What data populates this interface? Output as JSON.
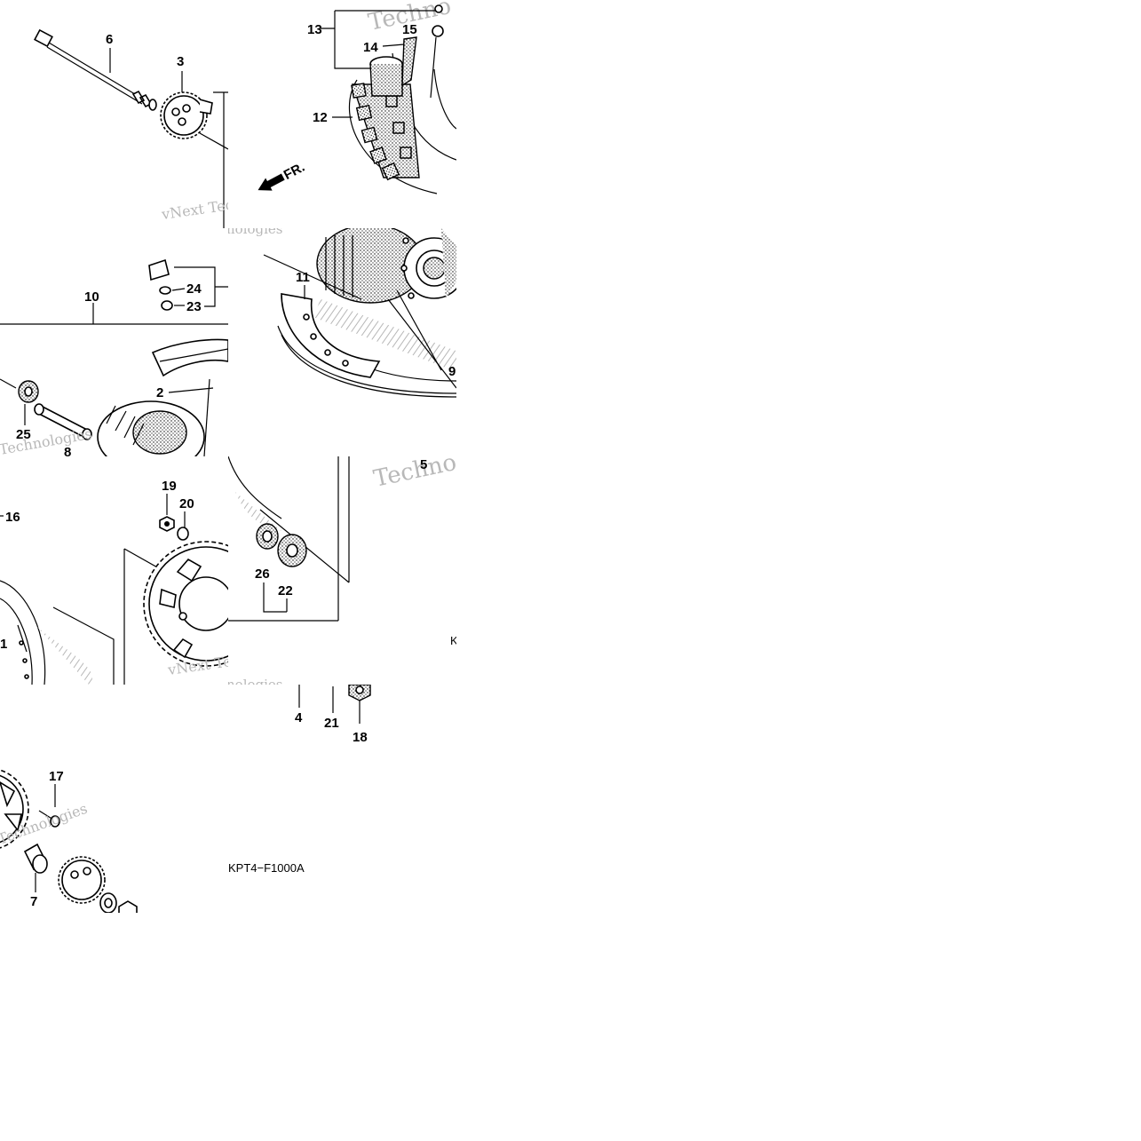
{
  "diagram": {
    "callouts": {
      "c1": "1",
      "c2": "2",
      "c3": "3",
      "c4": "4",
      "c5": "5",
      "c6": "6",
      "c7": "7",
      "c8": "8",
      "c9": "9",
      "c10": "10",
      "c11": "11",
      "c12": "12",
      "c13": "13",
      "c14": "14",
      "c15": "15",
      "c16": "16",
      "c17": "17",
      "c18": "18",
      "c19": "19",
      "c20": "20",
      "c21": "21",
      "c22": "22",
      "c23": "23",
      "c24": "24",
      "c25": "25",
      "c26": "26"
    },
    "direction_label": "FR.",
    "code_fragment_1": "K",
    "code_fragment_2": "KPT4−F1000A",
    "watermarks": {
      "w1": "Techno",
      "w2": "vNext Tec",
      "w3": "nologies",
      "w4": "Technologies",
      "w5": "Techno",
      "w6": "vNext Tec",
      "w7": "nologies",
      "w8": "Technologies"
    }
  }
}
